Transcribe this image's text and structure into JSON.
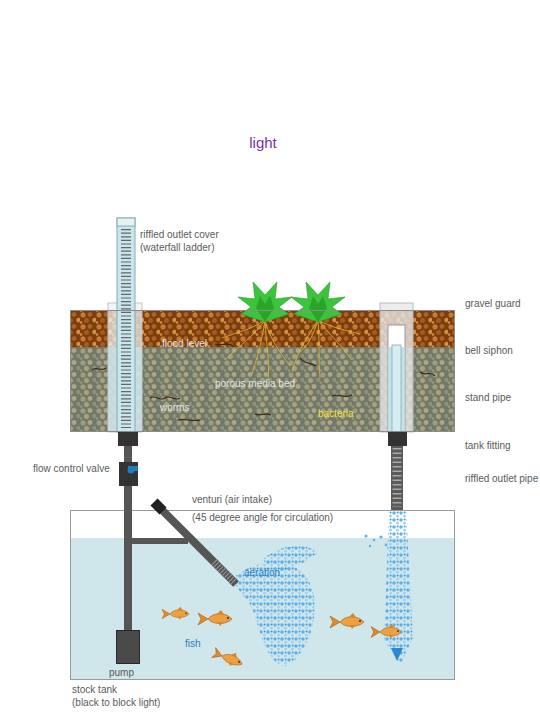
{
  "diagram": {
    "nodes": [
      {
        "text": [
          "flood level",
          "porous media bed",
          "worms",
          "bacteria"
        ]
      },
      {
        "text": [
          "stock tank",
          "(black to block light)",
          "aeration",
          "fish"
        ]
      },
      {
        "text": [
          "pump"
        ],
        "in": 1
      }
    ],
    "edges": [
      {
        "from": 2,
        "to": 0,
        "arrow": "none"
      },
      {
        "from": 0,
        "to": 1,
        "arrow": "none"
      }
    ],
    "labels": [
      "light",
      "riffled outlet cover (waterfall ladder)",
      "gravel guard",
      "bell siphon",
      "stand pipe",
      "tank fitting",
      "riffled outlet pipe",
      "flow control valve",
      "venturi (air intake)",
      "(45 degree angle for circulation)"
    ]
  }
}
